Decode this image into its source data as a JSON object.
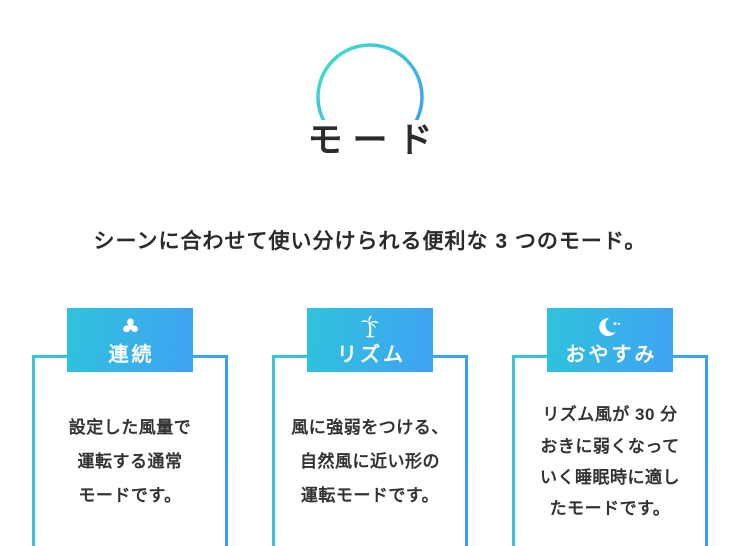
{
  "header": {
    "title": "モード",
    "subtitle": "シーンに合わせて使い分けられる便利な 3 つのモード。"
  },
  "colors": {
    "circle_gradient_start": "#3fe4c8",
    "circle_gradient_end": "#3b97f3",
    "badge_gradient_start": "#30c3dc",
    "badge_gradient_end": "#3fa2f4",
    "card_border_gradient_start": "#3bc7d2",
    "card_border_gradient_end": "#3b9af3",
    "title_text": "#2b2b2b",
    "body_text": "#333333",
    "background": "#ffffff"
  },
  "cards": [
    {
      "icon": "fan-icon",
      "label": "連続",
      "lines": [
        "設定した風量で",
        "運転する通常",
        "モードです。"
      ]
    },
    {
      "icon": "palm-tree-icon",
      "label": "リズム",
      "lines": [
        "風に強弱をつける、",
        "自然風に近い形の",
        "運転モードです。"
      ]
    },
    {
      "icon": "moon-icon",
      "label": "おやすみ",
      "lines": [
        "リズム風が 30 分",
        "おきに弱くなって",
        "いく睡眠時に適し",
        "たモードです。"
      ]
    }
  ]
}
